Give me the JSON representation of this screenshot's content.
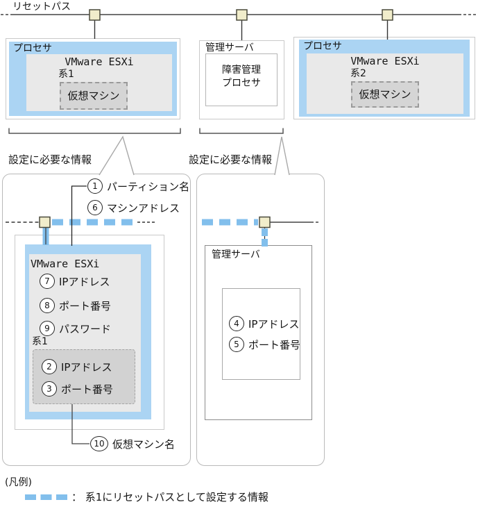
{
  "colors": {
    "highlight_blue": "#abd4f3",
    "path_blue": "#82bfec",
    "node_fill": "#f1edcb",
    "inner_gray": "#e9e9e9",
    "vm_gray": "#d5d5d5",
    "line_dark": "#333333"
  },
  "top": {
    "reset_path_label": "リセットパス",
    "processor1": {
      "title": "プロセサ",
      "esxi": "VMware ESXi",
      "system": "系1",
      "vm": "仮想マシン"
    },
    "mgmt": {
      "title": "管理サーバ",
      "inner_line1": "障害管理",
      "inner_line2": "プロセサ"
    },
    "processor2": {
      "title": "プロセサ",
      "esxi": "VMware ESXi",
      "system": "系2",
      "vm": "仮想マシン"
    }
  },
  "callouts": {
    "left_label": "設定に必要な情報",
    "right_label": "設定に必要な情報"
  },
  "detail_left": {
    "esxi": "VMware ESXi",
    "system": "系1",
    "items": {
      "partition": {
        "num": "1",
        "label": "パーティション名"
      },
      "machine_addr": {
        "num": "6",
        "label": "マシンアドレス"
      },
      "ip": {
        "num": "7",
        "label": "IPアドレス"
      },
      "port": {
        "num": "8",
        "label": "ポート番号"
      },
      "password": {
        "num": "9",
        "label": "パスワード"
      },
      "vm_ip": {
        "num": "2",
        "label": "IPアドレス"
      },
      "vm_port": {
        "num": "3",
        "label": "ポート番号"
      },
      "vm_name": {
        "num": "10",
        "label": "仮想マシン名"
      }
    }
  },
  "detail_right": {
    "title": "管理サーバ",
    "items": {
      "ip": {
        "num": "4",
        "label": "IPアドレス"
      },
      "port": {
        "num": "5",
        "label": "ポート番号"
      }
    }
  },
  "legend": {
    "title": "(凡例)",
    "entry": "： 系1にリセットパスとして設定する情報"
  }
}
